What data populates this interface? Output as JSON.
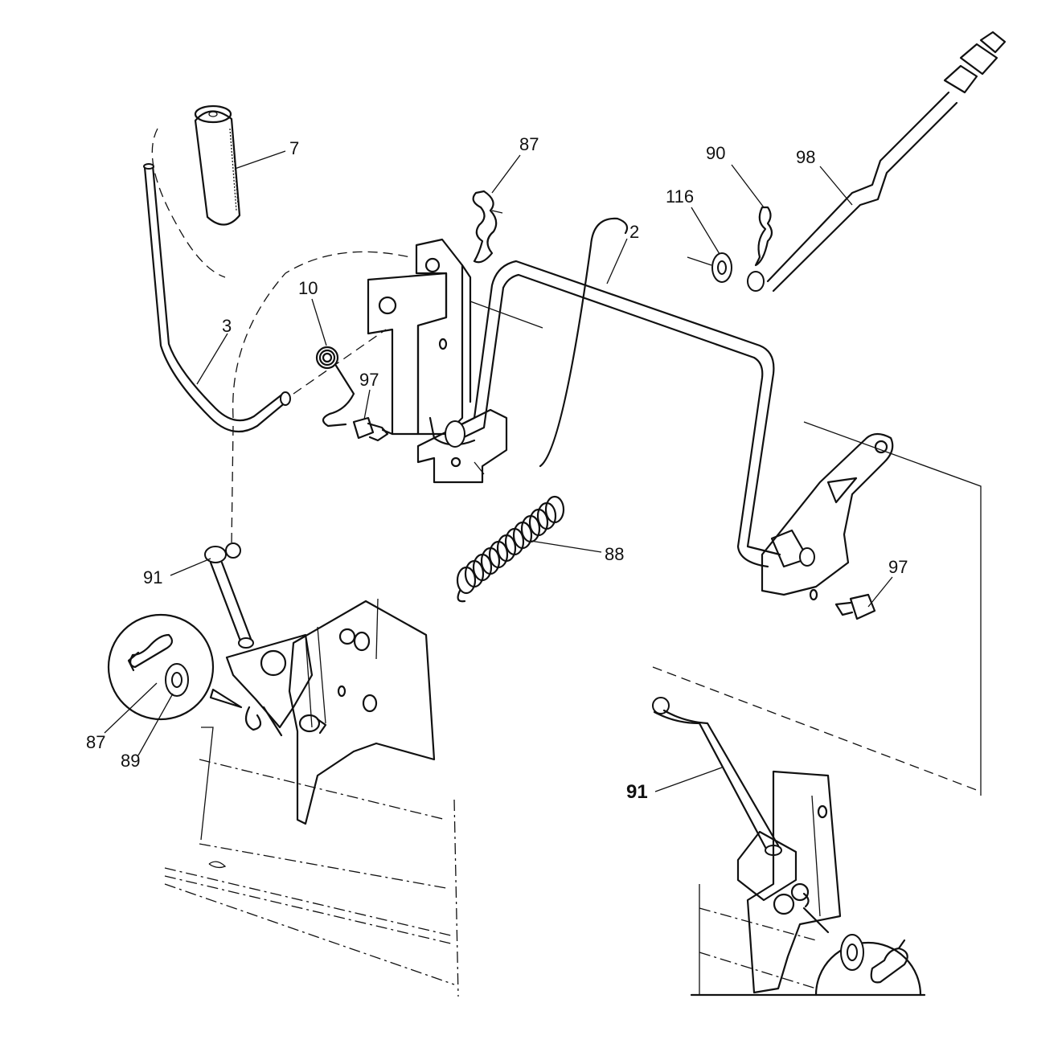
{
  "callouts": {
    "c7": "7",
    "c87_top": "87",
    "c90": "90",
    "c98": "98",
    "c116": "116",
    "c2": "2",
    "c10": "10",
    "c3": "3",
    "c97_left": "97",
    "c88": "88",
    "c97_right": "97",
    "c91_left": "91",
    "c87_bottom": "87",
    "c89": "89",
    "c91_bottom": "91"
  }
}
